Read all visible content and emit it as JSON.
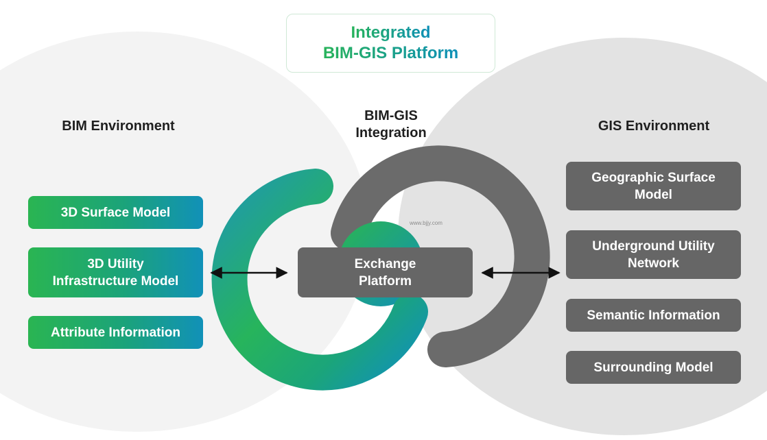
{
  "title": {
    "line1": "Integrated",
    "line2": "BIM-GIS Platform"
  },
  "bim": {
    "heading": "BIM Environment",
    "items": [
      "3D Surface Model",
      "3D Utility\nInfrastructure Model",
      "Attribute Information"
    ]
  },
  "center": {
    "heading_line1": "BIM-GIS",
    "heading_line2": "Integration",
    "exchange": "Exchange\nPlatform",
    "watermark": "www.bjjy.com"
  },
  "gis": {
    "heading": "GIS Environment",
    "items": [
      "Geographic Surface\nModel",
      "Underground Utility\nNetwork",
      "Semantic Information",
      "Surrounding Model"
    ]
  },
  "colors": {
    "green_start": "#2ab552",
    "blue_end": "#1191b8",
    "gray_box": "#666666",
    "gray_ring": "#6b6b6b",
    "bg_left": "#f3f3f3",
    "bg_right": "#e3e3e3"
  }
}
